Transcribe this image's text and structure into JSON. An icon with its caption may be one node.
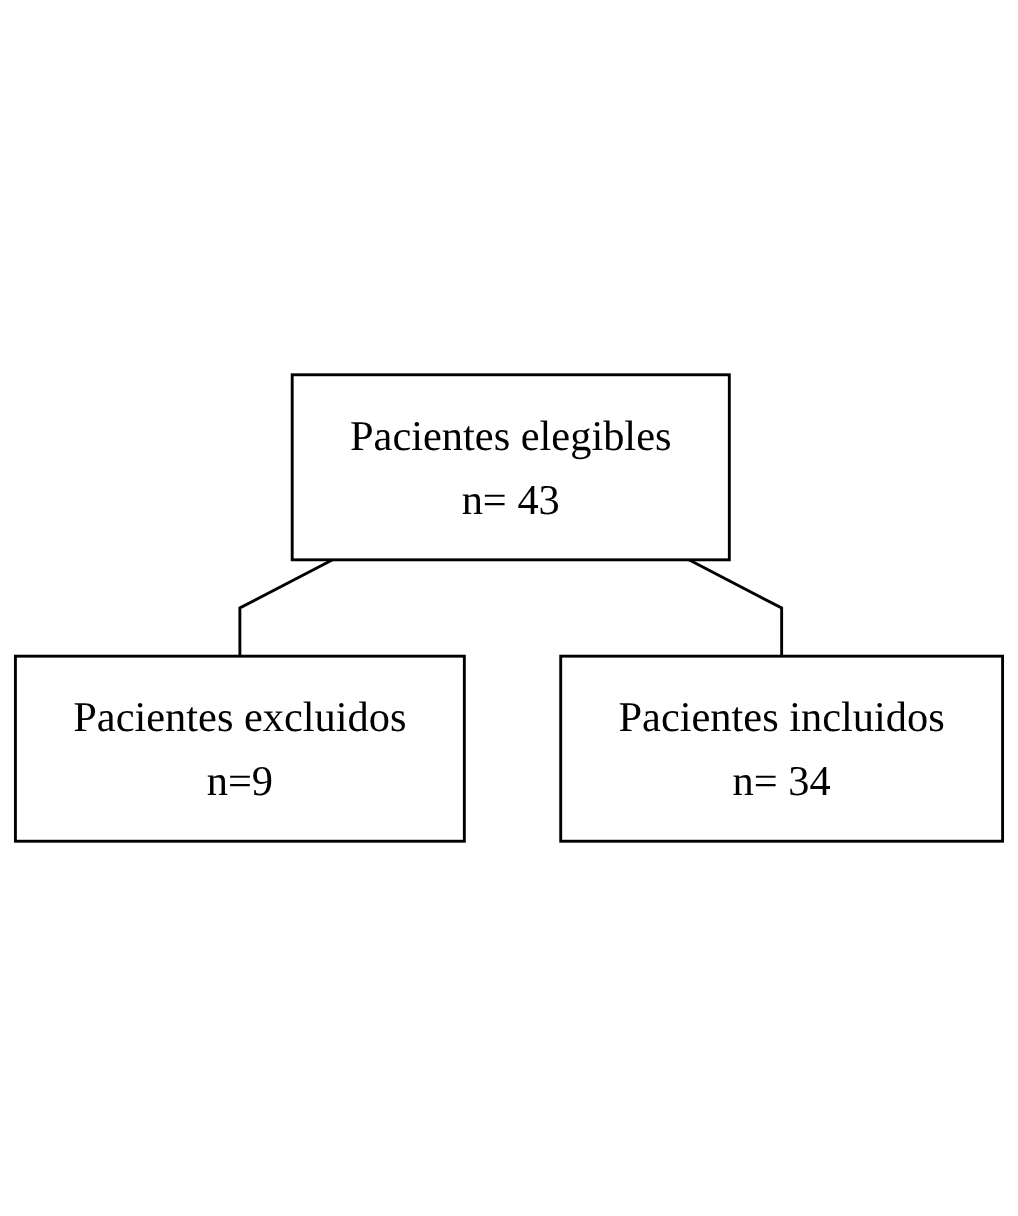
{
  "diagram": {
    "nodes": [
      {
        "text": [
          "Pacientes elegibles",
          "n= 43"
        ]
      },
      {
        "text": [
          "Pacientes excluidos",
          "n=9"
        ]
      },
      {
        "text": [
          "Pacientes incluidos",
          "n= 34"
        ]
      }
    ],
    "edges": [
      {
        "from": 0,
        "to": 1,
        "arrow": "none"
      },
      {
        "from": 0,
        "to": 2,
        "arrow": "none"
      }
    ]
  }
}
